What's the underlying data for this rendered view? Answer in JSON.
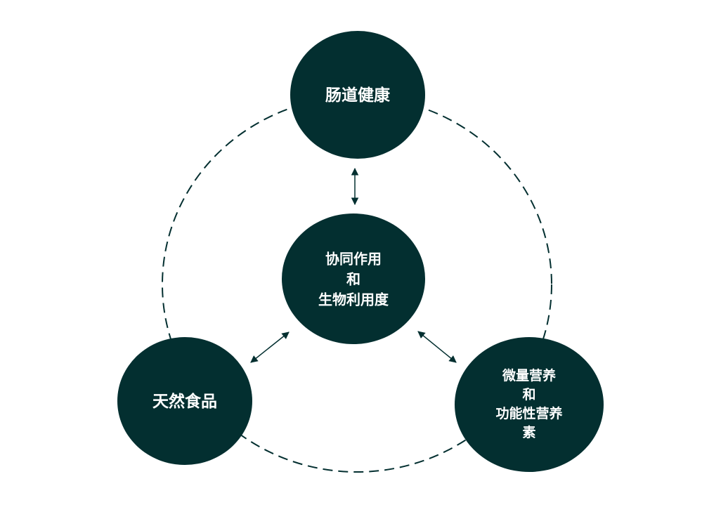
{
  "colors": {
    "node": "#032f30",
    "text": "#ffffff",
    "line": "#032f30"
  },
  "nodes": {
    "top": {
      "lines": [
        "肠道健康"
      ]
    },
    "center": {
      "lines": [
        "协同作用",
        "和",
        "生物利用度"
      ]
    },
    "left": {
      "lines": [
        "天然食品"
      ]
    },
    "right": {
      "lines": [
        "微量营养",
        "和",
        "功能性营养",
        "素"
      ]
    }
  }
}
